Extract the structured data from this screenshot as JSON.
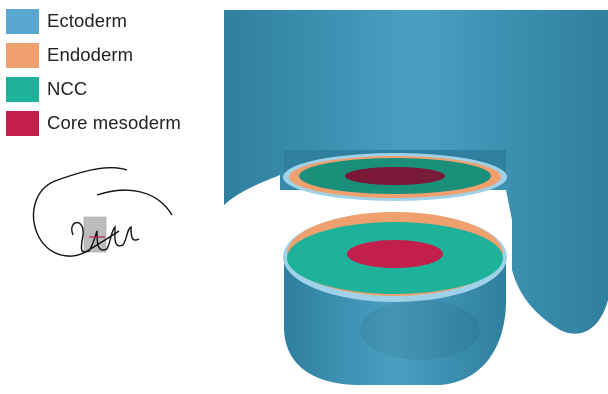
{
  "legend": {
    "items": [
      {
        "label": "Ectoderm",
        "color": "#5aa7cf"
      },
      {
        "label": "Endoderm",
        "color": "#f0a06f"
      },
      {
        "label": "NCC",
        "color": "#1fb29a"
      },
      {
        "label": "Core mesoderm",
        "color": "#c21f4d"
      }
    ]
  },
  "colors": {
    "ectoderm_body": "#4a9fc0",
    "ectoderm_dark": "#2f7f9f",
    "ectoderm_rim": "#9fd2e8",
    "endoderm": "#f0a06f",
    "ncc": "#1fb29a",
    "ncc_dark": "#1a8f7a",
    "core_mesoderm": "#c21f4d",
    "core_mesoderm_dark": "#7a1838",
    "inset_highlight": "#bdbdbd"
  },
  "icons": {
    "embryo_inset": "embryo-outline-icon"
  }
}
